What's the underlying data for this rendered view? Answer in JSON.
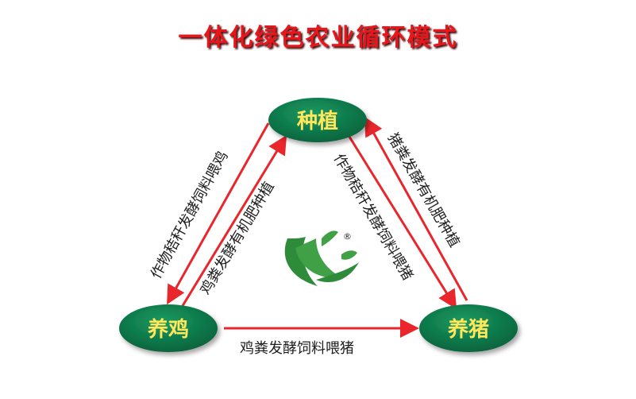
{
  "title": "一体化绿色农业循环模式",
  "nodes": {
    "planting": "种植",
    "chicken": "养鸡",
    "pig": "养猪"
  },
  "edges": {
    "planting_to_chicken": "作物秸秆发酵饲料喂鸡",
    "chicken_to_planting": "鸡粪发酵有机肥种植",
    "planting_to_pig": "作物秸秆发酵饲料喂猪",
    "pig_to_planting": "猪粪发酵有机肥种植",
    "chicken_to_pig": "鸡粪发酵饲料喂猪"
  },
  "logo": {
    "registered_mark": "®"
  },
  "colors": {
    "title": "#e8151b",
    "node_fill": "#0e7a4e",
    "node_text": "#ffe65a",
    "arrow": "#e8262c",
    "logo_green": "#2e8b3a"
  }
}
